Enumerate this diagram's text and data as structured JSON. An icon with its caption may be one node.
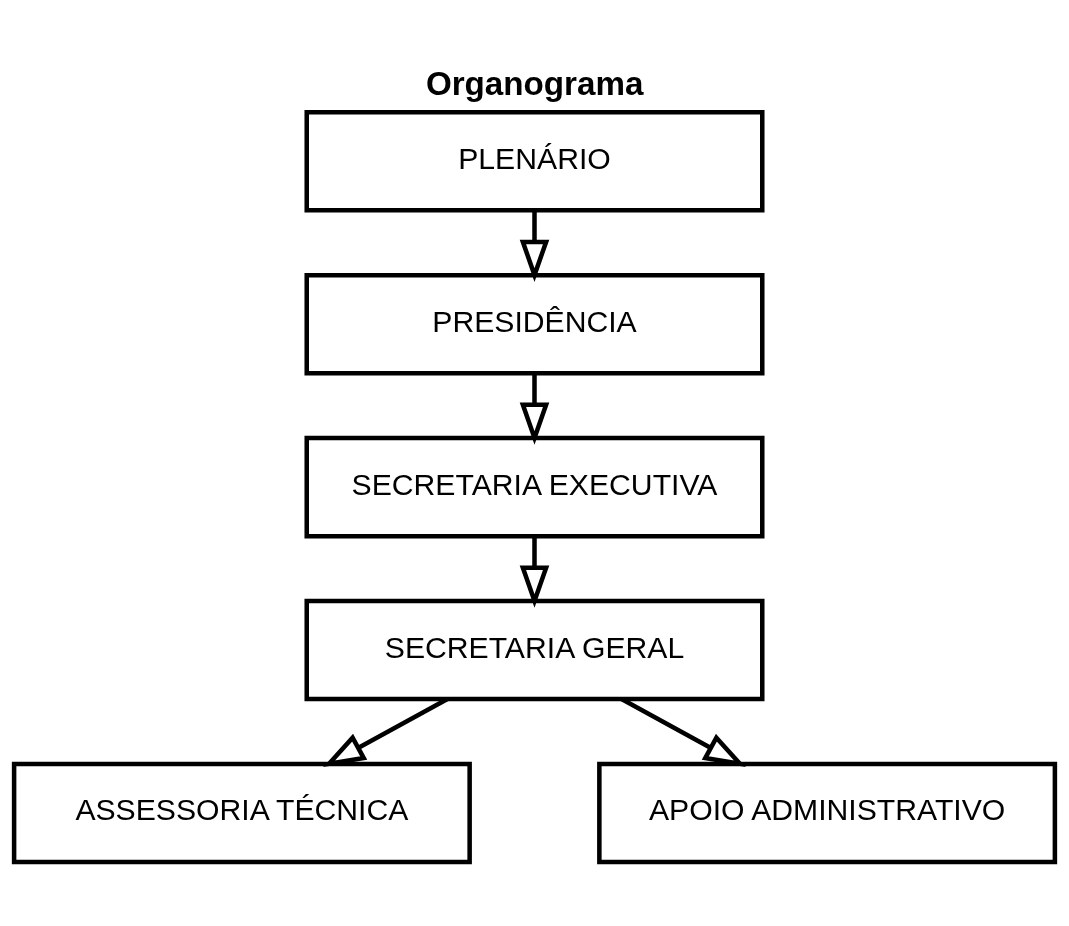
{
  "diagram": {
    "title": "Organograma",
    "nodes": [
      {
        "text": [
          "PLENÁRIO"
        ]
      },
      {
        "text": [
          "PRESIDÊNCIA"
        ]
      },
      {
        "text": [
          "SECRETARIA EXECUTIVA"
        ]
      },
      {
        "text": [
          "SECRETARIA GERAL"
        ]
      },
      {
        "text": [
          "ASSESSORIA TÉCNICA"
        ]
      },
      {
        "text": [
          "APOIO ADMINISTRATIVO"
        ]
      }
    ],
    "edges": [
      {
        "from": 0,
        "to": 1,
        "arrow": "to"
      },
      {
        "from": 1,
        "to": 2,
        "arrow": "to"
      },
      {
        "from": 2,
        "to": 3,
        "arrow": "to"
      },
      {
        "from": 3,
        "to": 4,
        "arrow": "to"
      },
      {
        "from": 3,
        "to": 5,
        "arrow": "to"
      }
    ]
  }
}
